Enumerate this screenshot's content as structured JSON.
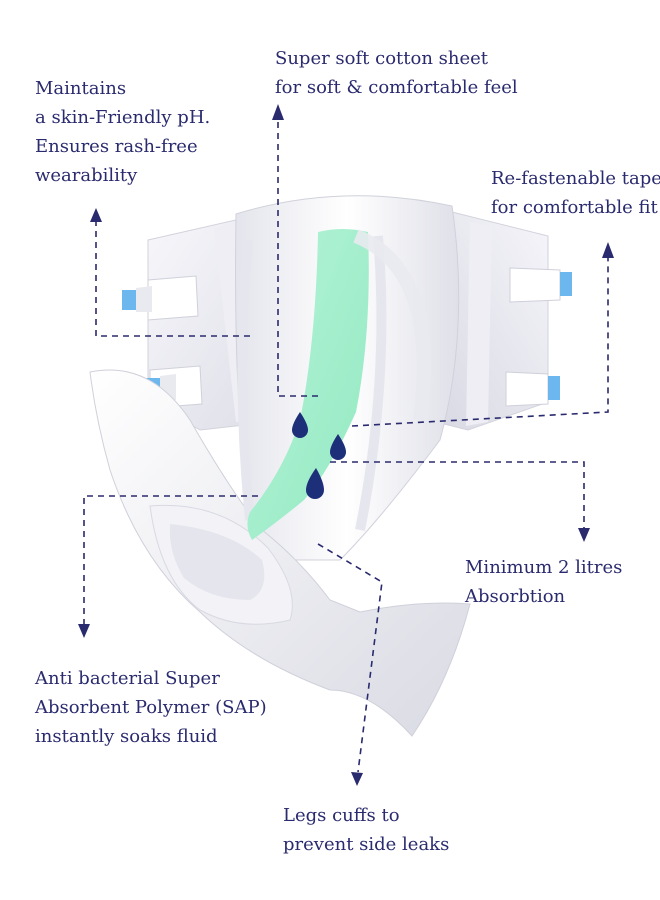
{
  "colors": {
    "text": "#2a2a6e",
    "leader_line": "#2a2a6e",
    "absorbent_core": "#a8f0cf",
    "droplet": "#1e2f7a",
    "tab_accent": "#6cb8ee"
  },
  "labels": {
    "ph": [
      "Maintains",
      "a skin-Friendly pH.",
      "Ensures rash-free",
      "wearability"
    ],
    "cotton_sheet": [
      "Super soft cotton sheet",
      "for soft & comfortable feel"
    ],
    "tape": [
      "Re-fastenable tape",
      "for comfortable fit"
    ],
    "absorption": [
      "Minimum 2 litres",
      "Absorbtion"
    ],
    "sap": [
      "Anti bacterial Super",
      "Absorbent Polymer (SAP)",
      "instantly soaks fluid"
    ],
    "leg_cuffs": [
      "Legs cuffs to",
      "prevent side leaks"
    ]
  },
  "illustration": {
    "subject": "adult-diaper",
    "droplet_count": 3,
    "tab_count": 4
  }
}
